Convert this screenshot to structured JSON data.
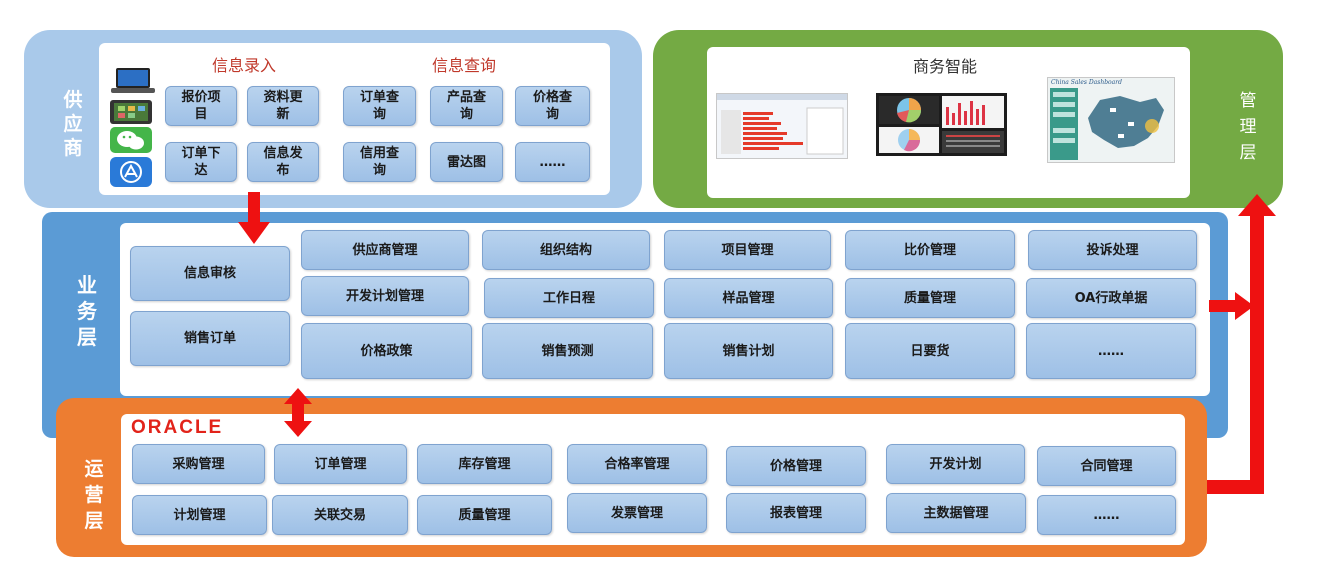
{
  "supplier": {
    "label": "供应商",
    "entry_title": "信息录入",
    "query_title": "信息查询",
    "entry_buttons": [
      "报价项目",
      "资料更新",
      "订单下达",
      "信息发布"
    ],
    "query_buttons": [
      "订单查询",
      "产品查询",
      "价格查询",
      "信用查询",
      "雷达图",
      "……"
    ]
  },
  "management": {
    "label": "管理层",
    "bi_title": "商务智能",
    "dashboard_caption": "China Sales Dashboard"
  },
  "business": {
    "label": "业务层",
    "left_buttons": [
      "信息审核",
      "销售订单"
    ],
    "grid": [
      [
        "供应商管理",
        "组织结构",
        "项目管理",
        "比价管理",
        "投诉处理"
      ],
      [
        "开发计划管理",
        "工作日程",
        "样品管理",
        "质量管理",
        "OA行政单据"
      ],
      [
        "价格政策",
        "销售预测",
        "销售计划",
        "日要货",
        "……"
      ]
    ]
  },
  "operation": {
    "label": "运营层",
    "logo": "ORACLE",
    "row1": [
      "采购管理",
      "订单管理",
      "库存管理",
      "合格率管理",
      "价格管理",
      "开发计划",
      "合同管理"
    ],
    "row2": [
      "计划管理",
      "关联交易",
      "质量管理",
      "发票管理",
      "报表管理",
      "主数据管理",
      "……"
    ]
  },
  "colors": {
    "supplier_panel": "#a9c9ea",
    "management_panel": "#74aa44",
    "business_panel": "#5b9bd5",
    "operation_panel": "#ed7d31",
    "arrow": "#ee1111",
    "button_fill": "#aac8ea",
    "title_red": "#c0392b"
  }
}
